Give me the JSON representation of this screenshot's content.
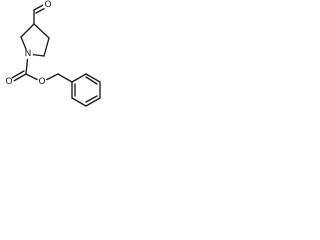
{
  "molecule": {
    "atoms": {
      "ring_nitrogen": "N",
      "carbonyl_oxygen_aldehyde": "O",
      "carbonyl_oxygen_ester": "O",
      "ester_oxygen": "O"
    }
  },
  "colors": {
    "bond": "#1a1a1a",
    "background": "#ffffff"
  }
}
